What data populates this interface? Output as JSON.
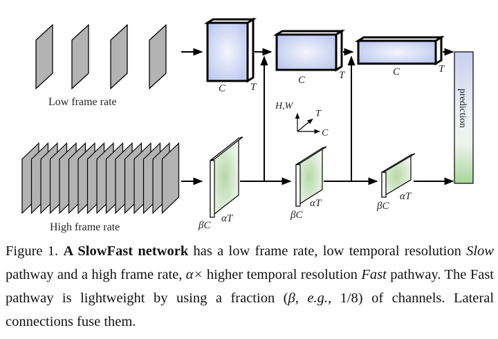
{
  "figure": {
    "low_label": "Low frame rate",
    "high_label": "High frame rate",
    "slow_blocks": [
      {
        "channel": "C",
        "time": "T"
      },
      {
        "channel": "C",
        "time": "T"
      },
      {
        "channel": "C",
        "time": "T"
      }
    ],
    "fast_blocks": [
      {
        "channel": "βC",
        "time": "αT"
      },
      {
        "channel": "βC",
        "time": "αT"
      },
      {
        "channel": "βC",
        "time": "αT"
      }
    ],
    "axes": {
      "vertical": "H,W",
      "depth": "T",
      "horizontal": "C"
    },
    "prediction_label": "prediction",
    "colors": {
      "slow_fill": "#c5cff0",
      "fast_fill": "#cfe6c8",
      "frame_fill": "#b3b3b3",
      "stroke": "#000000"
    }
  },
  "caption": {
    "prefix": "Figure 1. ",
    "title": "A SlowFast network",
    "t1": " has a low frame rate, low temporal resolution ",
    "slow": "Slow",
    "t2": " pathway and a high frame rate, ",
    "alpha": "α×",
    "t3": " higher temporal resolution ",
    "fast": "Fast",
    "t4": " pathway. The Fast pathway is lightweight by using a fraction (",
    "beta": "β",
    "t5": ", ",
    "eg": "e.g.",
    "t6": ", 1/8) of channels. Lateral connections fuse them."
  }
}
